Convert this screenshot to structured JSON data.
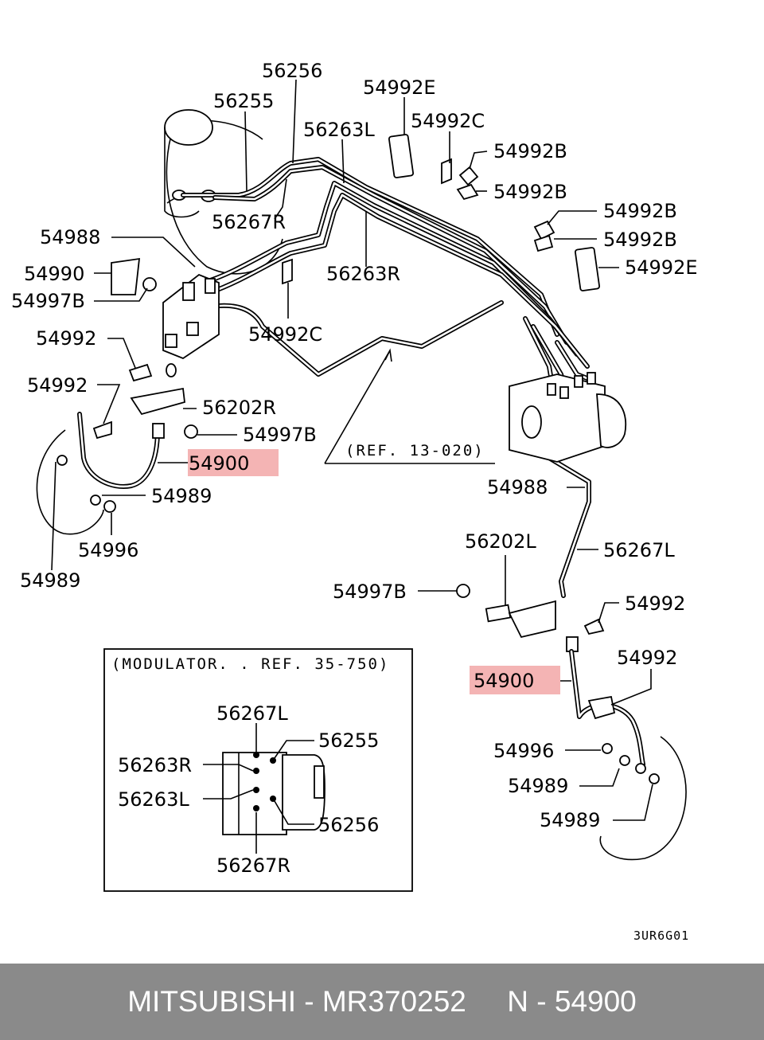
{
  "labels": {
    "l56256": "56256",
    "l54992E_top": "54992E",
    "l56255": "56255",
    "l56263L": "56263L",
    "l54992C_top": "54992C",
    "l54992B_1": "54992B",
    "l54992B_2": "54992B",
    "l56267R": "56267R",
    "l54992B_3": "54992B",
    "l54988_top": "54988",
    "l54992B_4": "54992B",
    "l54992E_right": "54992E",
    "l54990": "54990",
    "l56263R": "56263R",
    "l54997B_top": "54997B",
    "l54992_left1": "54992",
    "l54992C_mid": "54992C",
    "l54992_left2": "54992",
    "l56202R": "56202R",
    "l54997B_mid": "54997B",
    "l54900_left": "54900",
    "l54989_left1": "54989",
    "l54988_right": "54988",
    "l54996_left": "54996",
    "l54989_left2": "54989",
    "l56202L": "56202L",
    "l56267L": "56267L",
    "l54997B_right": "54997B",
    "l54992_right1": "54992",
    "l54992_right2": "54992",
    "l54900_right": "54900",
    "l54996_right": "54996",
    "l54989_right1": "54989",
    "l54989_right2": "54989",
    "ref_13_020": "(REF. 13-020)",
    "modulator_ref": "(MODULATOR. . REF. 35-750)",
    "inset_56267L": "56267L",
    "inset_56255": "56255",
    "inset_56263R": "56263R",
    "inset_56263L": "56263L",
    "inset_56256": "56256",
    "inset_56267R": "56267R",
    "diagram_code": "3UR6G01"
  },
  "highlight_color": "#f4b4b4",
  "footer": {
    "text": "MITSUBISHI - MR370252     N - 54900",
    "background": "#8a8a8a"
  }
}
